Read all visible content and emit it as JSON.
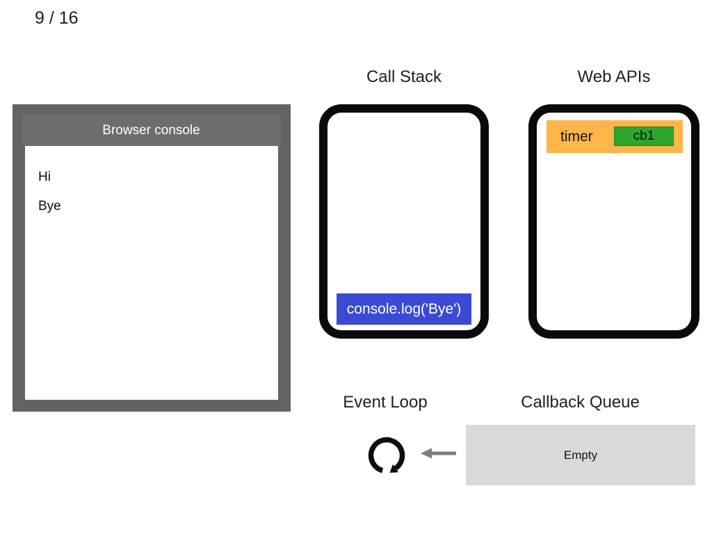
{
  "slide": {
    "page_indicator": "9 / 16"
  },
  "browser_console": {
    "title": "Browser console",
    "lines": [
      "Hi",
      "Bye"
    ],
    "frame_color": "#636363",
    "title_band_color": "#6d6d6d"
  },
  "call_stack": {
    "title": "Call Stack",
    "frames": [
      {
        "label": "console.log('Bye')",
        "color": "#3b4ad2"
      }
    ]
  },
  "web_apis": {
    "title": "Web APIs",
    "tasks": [
      {
        "name": "timer",
        "callback": "cb1",
        "task_color": "#fbb549",
        "callback_color": "#2ea62e"
      }
    ]
  },
  "event_loop": {
    "title": "Event Loop",
    "icon": "loop-arrow-icon",
    "icon_color": "#0d0d0d"
  },
  "flow": {
    "arrow_icon": "left-arrow-icon",
    "arrow_color": "#7e7e7e"
  },
  "callback_queue": {
    "title": "Callback Queue",
    "status": "Empty",
    "box_color": "#d9d9d9"
  }
}
